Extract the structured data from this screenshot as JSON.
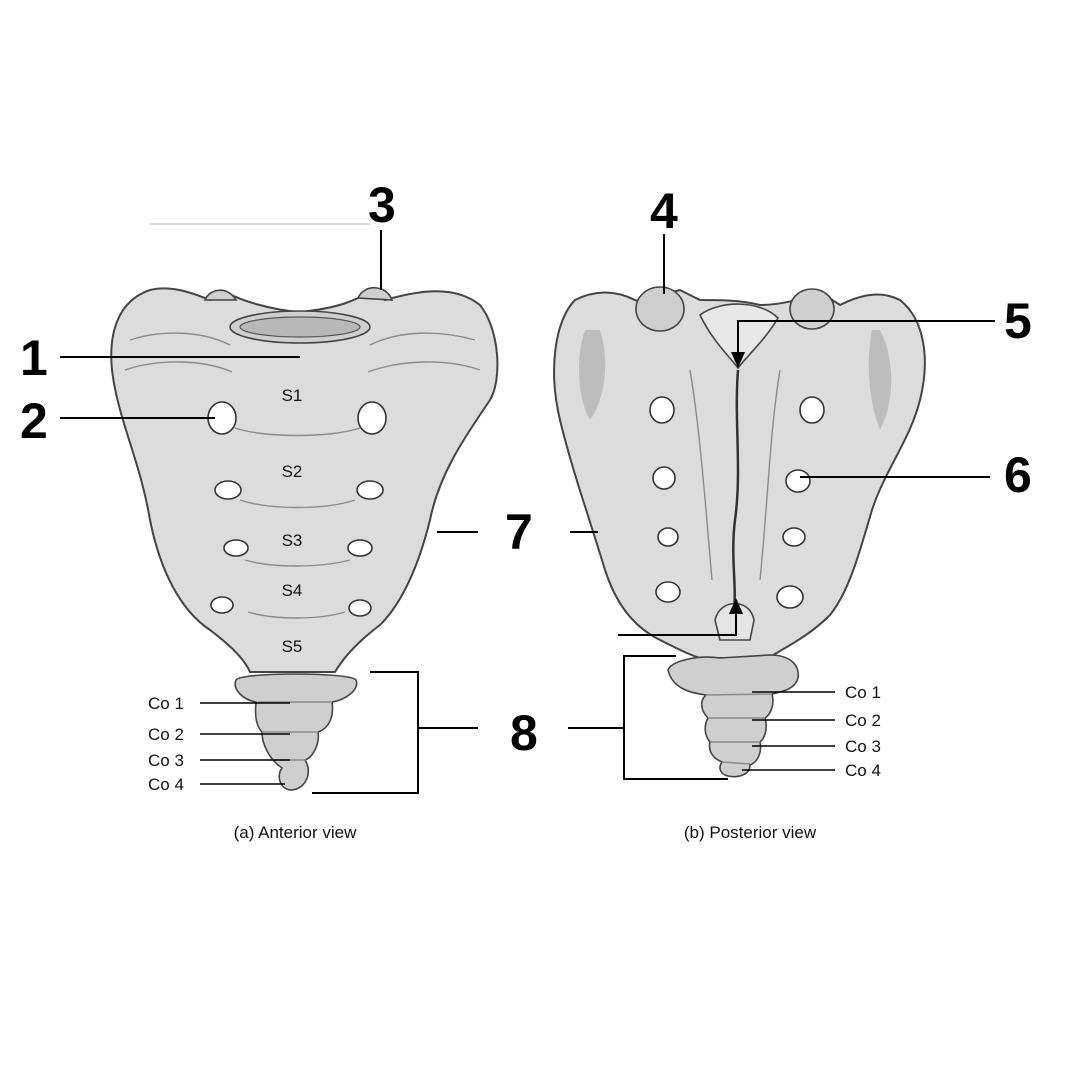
{
  "labels": {
    "n1": "1",
    "n2": "2",
    "n3": "3",
    "n4": "4",
    "n5": "5",
    "n6": "6",
    "n7": "7",
    "n8": "8"
  },
  "anterior": {
    "vertebrae": [
      "S1",
      "S2",
      "S3",
      "S4",
      "S5"
    ],
    "coccyx": [
      "Co 1",
      "Co 2",
      "Co 3",
      "Co 4"
    ],
    "caption": "(a) Anterior view"
  },
  "posterior": {
    "coccyx": [
      "Co 1",
      "Co 2",
      "Co 3",
      "Co 4"
    ],
    "caption": "(b) Posterior view"
  },
  "colors": {
    "bone": "#dcdcdc",
    "outline": "#444444",
    "leader": "#000000"
  }
}
